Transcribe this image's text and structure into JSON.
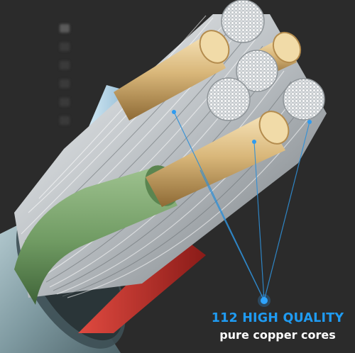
{
  "caption": {
    "line1": "112 HIGH QUALITY",
    "line2": "pure copper cores"
  },
  "colors": {
    "background": "#2b2b2b",
    "accent_blue": "#1f9bf2",
    "caption_white": "#ffffff",
    "copper_gold": "#d9b77a",
    "sheath_green": "#6f9a62",
    "sheath_red": "#c0302b",
    "sheath_blue": "#9ec4dc",
    "jacket_teal": "#8faab0",
    "wire_silver": "#cfd3d6"
  },
  "icons": [
    "cable-cross-section-illustration",
    "callout-dot-icon"
  ]
}
